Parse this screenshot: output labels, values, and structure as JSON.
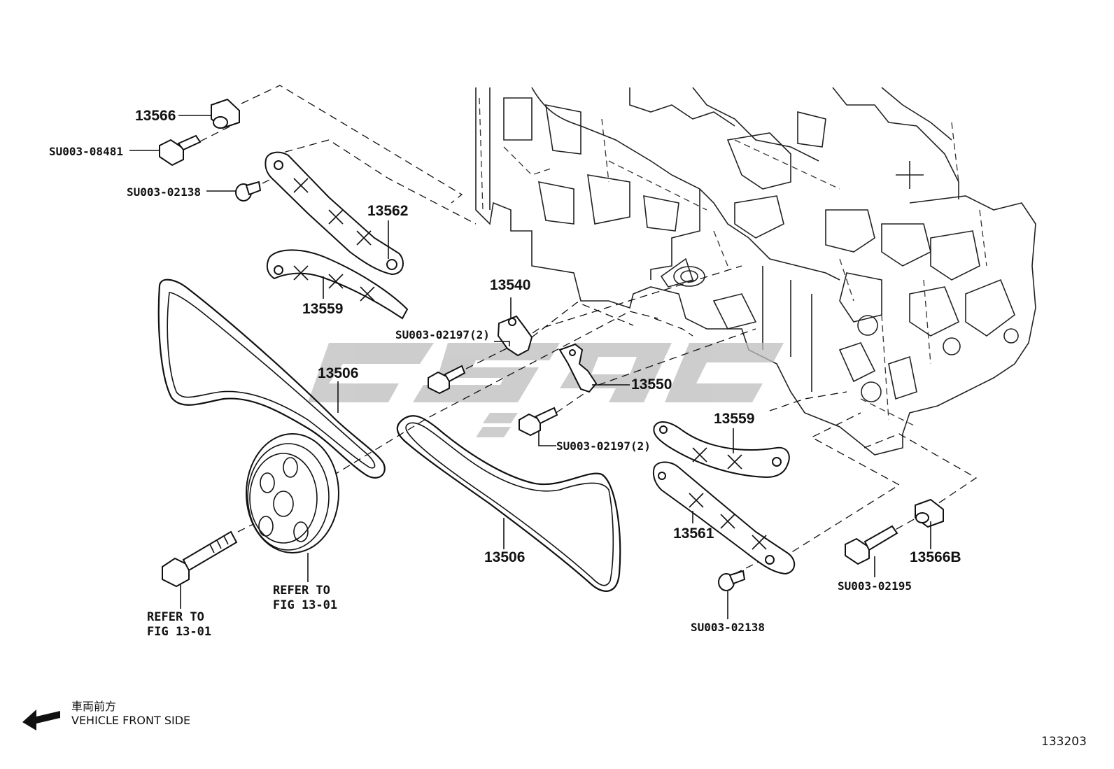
{
  "figure_number": "133203",
  "watermark_text": "CSGC",
  "legend": {
    "japanese": "車両前方",
    "english": "VEHICLE FRONT SIDE",
    "icon": "arrow-left-icon"
  },
  "callouts": [
    {
      "key": "c13566",
      "text": "13566"
    },
    {
      "key": "cSU08481",
      "text": "SU003-08481"
    },
    {
      "key": "cSU02138a",
      "text": "SU003-02138"
    },
    {
      "key": "c13562",
      "text": "13562"
    },
    {
      "key": "c13559a",
      "text": "13559"
    },
    {
      "key": "c13540",
      "text": "13540"
    },
    {
      "key": "cSU02197a",
      "text": "SU003-02197(2)"
    },
    {
      "key": "c13506a",
      "text": "13506"
    },
    {
      "key": "c13550",
      "text": "13550"
    },
    {
      "key": "cSU02197b",
      "text": "SU003-02197(2)"
    },
    {
      "key": "c13559b",
      "text": "13559"
    },
    {
      "key": "c13506b",
      "text": "13506"
    },
    {
      "key": "c13561",
      "text": "13561"
    },
    {
      "key": "c13566B",
      "text": "13566B"
    },
    {
      "key": "cSU02195",
      "text": "SU003-02195"
    },
    {
      "key": "cSU02138b",
      "text": "SU003-02138"
    }
  ],
  "notes": {
    "refer_a_line1": "REFER TO",
    "refer_a_line2": "FIG 13-01",
    "refer_b_line1": "REFER TO",
    "refer_b_line2": "FIG 13-01"
  }
}
